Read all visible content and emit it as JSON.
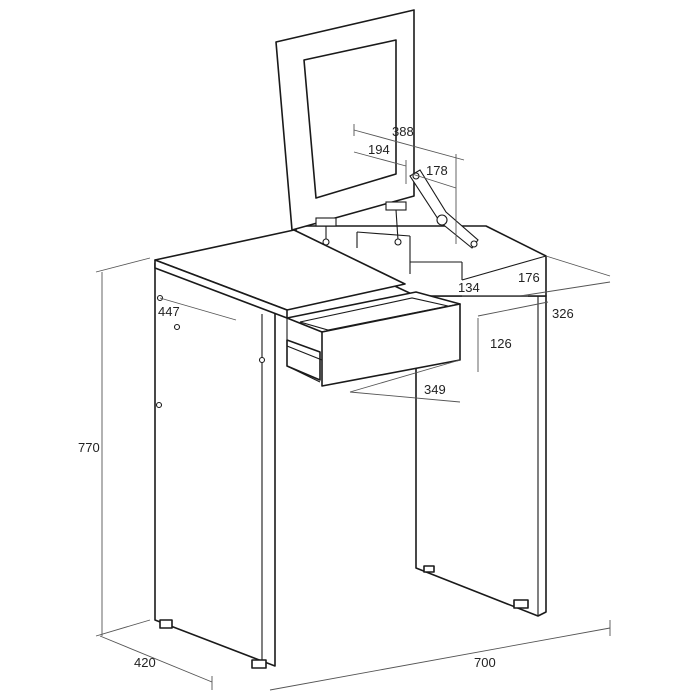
{
  "dimensions": {
    "height": "770",
    "depth": "420",
    "width": "700",
    "inner_depth": "447",
    "mirror_width": "388",
    "mirror_half": "194",
    "hinge_offset": "178",
    "compartment_depth": "176",
    "compartment_width": "134",
    "compartment_length": "326",
    "drawer_height": "126",
    "drawer_width": "349"
  },
  "colors": {
    "line": "#1a1a1a",
    "dimension": "#555555",
    "background": "#ffffff"
  }
}
